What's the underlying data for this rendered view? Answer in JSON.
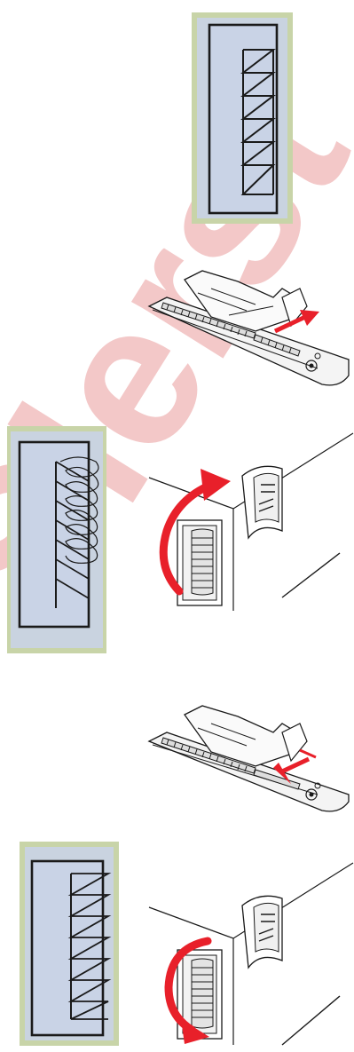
{
  "watermark": {
    "text": "Slerst",
    "color": "#f3c8c8"
  },
  "colors": {
    "swatch_green": "#c8d4a8",
    "swatch_blue": "#c9d3e6",
    "ink": "#1a1a1a",
    "arrow_red": "#e8202a"
  },
  "figures": [
    {
      "name": "stitch-sample-zigzag-right-edge",
      "icon": "stitch-sample"
    },
    {
      "name": "presser-foot-adjust-outward",
      "icon": "presser-foot"
    },
    {
      "name": "stitch-sample-overcast-loops",
      "icon": "stitch-sample"
    },
    {
      "name": "dial-turn-up",
      "icon": "stitch-width-dial"
    },
    {
      "name": "presser-foot-adjust-inward",
      "icon": "presser-foot"
    },
    {
      "name": "stitch-sample-zigzag-over-edge",
      "icon": "stitch-sample"
    },
    {
      "name": "dial-turn-down",
      "icon": "stitch-width-dial"
    }
  ]
}
